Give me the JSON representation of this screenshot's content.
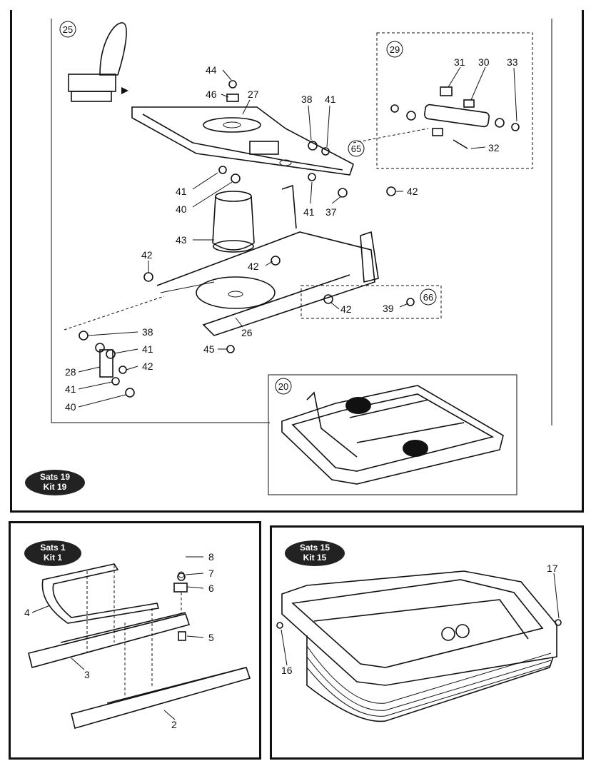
{
  "top_panel": {
    "group_25": "25",
    "group_29": "29",
    "group_65": "65",
    "group_66": "66",
    "group_20": "20",
    "kit_label": "Sats 19",
    "kit_label_2": "Kit 19",
    "callouts": [
      "44",
      "46",
      "27",
      "38",
      "41",
      "31",
      "30",
      "33",
      "32",
      "42",
      "41",
      "40",
      "43",
      "37",
      "41",
      "42",
      "42",
      "42",
      "39",
      "26",
      "38",
      "41",
      "42",
      "28",
      "41",
      "40",
      "45"
    ]
  },
  "bottom_left_panel": {
    "kit_label": "Sats 1",
    "kit_label_2": "Kit 1",
    "callouts": [
      "8",
      "7",
      "6",
      "5",
      "4",
      "3",
      "2"
    ]
  },
  "bottom_right_panel": {
    "kit_label": "Sats 15",
    "kit_label_2": "Kit 15",
    "callouts": [
      "17",
      "16"
    ]
  }
}
